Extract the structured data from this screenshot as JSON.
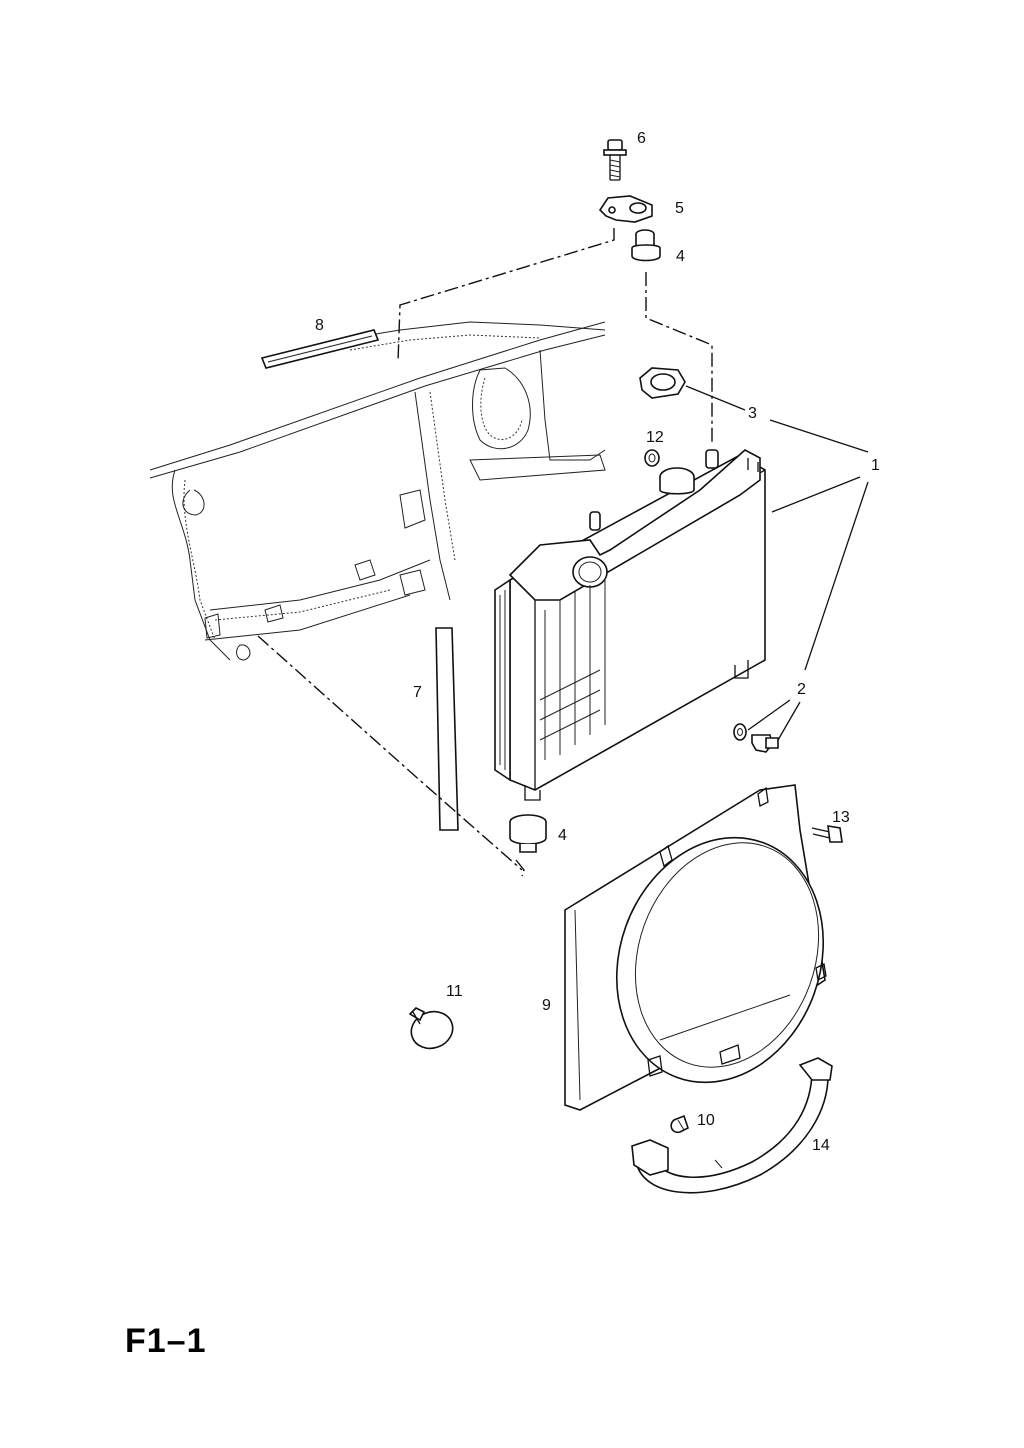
{
  "page": {
    "code": "F1–1"
  },
  "callouts": [
    {
      "id": "6",
      "text": "6"
    },
    {
      "id": "5",
      "text": "5"
    },
    {
      "id": "4a",
      "text": "4"
    },
    {
      "id": "8",
      "text": "8"
    },
    {
      "id": "3",
      "text": "3"
    },
    {
      "id": "12",
      "text": "12"
    },
    {
      "id": "1",
      "text": "1"
    },
    {
      "id": "7",
      "text": "7"
    },
    {
      "id": "2",
      "text": "2"
    },
    {
      "id": "13",
      "text": "13"
    },
    {
      "id": "4b",
      "text": "4"
    },
    {
      "id": "11",
      "text": "11"
    },
    {
      "id": "9",
      "text": "9"
    },
    {
      "id": "10",
      "text": "10"
    },
    {
      "id": "14",
      "text": "14"
    }
  ]
}
